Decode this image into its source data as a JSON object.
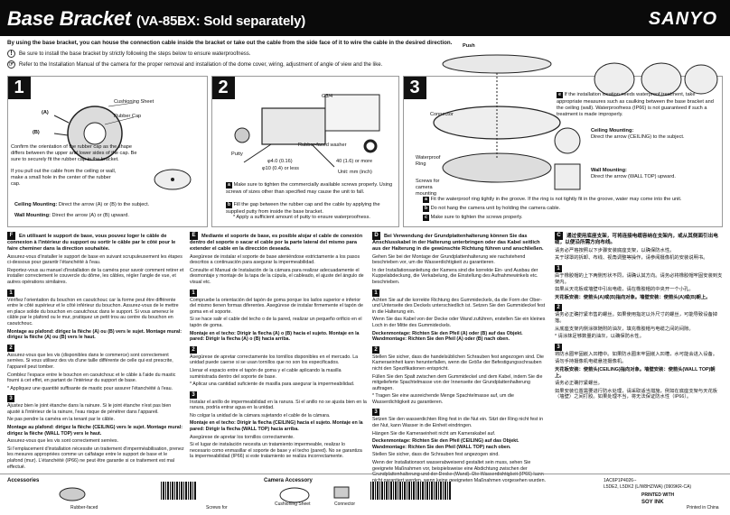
{
  "header": {
    "title": "Base Bracket",
    "subtitle": "(VA-85BX: Sold separately)",
    "brand": "SANYO"
  },
  "intro": {
    "text": "By using the base bracket, you can house the connection cable inside the bracket or take out the cable from the side face of it to wire the cable in the desired direction.",
    "note1": "Be sure to install the base bracket by strictly following the steps below to ensure waterproofness.",
    "note2": "Refer to the Installation Manual of the camera for the proper removal and installation of the dome cover, wiring, adjustment of angle of view and the like."
  },
  "step1": {
    "num": "1",
    "label_cushion": "Cushioning Sheet",
    "label_rubber": "Rubber Cap",
    "label_a": "(A)",
    "label_b": "(B)",
    "text1": "Confirm the orientation of the rubber cap as the shape differs between the upper and lower sides of the cap. Be sure to securely fit the rubber cap in the bracket.",
    "text2": "If you pull out the cable from the ceiling or wall, make a small hole in the center of the rubber cap.",
    "ceiling_label": "Ceiling Mounting:",
    "ceiling_text": "Direct the arrow (A) or (B) to the subject.",
    "wall_label": "Wall Mounting:",
    "wall_text": "Direct the arrow (A) or (B) upward."
  },
  "step2": {
    "num": "2",
    "label_g34": "G3/4",
    "label_putty": "Putty",
    "label_washer": "Rubber-faced washer",
    "dim1": "φ4.0 (0.16)",
    "dim2": "φ10 (0.4) or less",
    "dim3": "40 (1.6) or more",
    "unit": "Unit: mm (inch)",
    "text1": "Make sure to tighten the commercially available screws properly. Using screws of sizes other than specified may cause the unit to fall.",
    "text2": "Fill the gap between the rubber cap and the cable by applying the supplied putty from inside the base bracket.",
    "text3": "* Apply a sufficient amount of putty to ensure waterproofness."
  },
  "step3": {
    "num": "3",
    "label_push": "Push",
    "label_connector": "Connector",
    "label_waterproof": "Waterproof Ring",
    "label_screws": "Screws for camera mounting",
    "mark_a": "a",
    "mark_b": "b",
    "mark_c": "c",
    "mark_d": "d",
    "mark_e": "e",
    "note_e": "If the installation location needs waterproof treatment, take appropriate measures such as caulking between the base bracket and the ceiling (wall). Waterproofness (IP66) is not guaranteed if such a treatment is made improperly.",
    "ceiling_label": "Ceiling Mounting:",
    "ceiling_text": "Direct the arrow (CEILING) to the subject.",
    "wall_label": "Wall Mounting:",
    "wall_text": "Direct the arrow (WALL TOP) upward.",
    "text_a": "Fit the waterproof ring tightly in the groove. If the ring is not tightly fit in the groove, water may come into the unit.",
    "text_b": "Do not hang the camera unit by holding the camera cable.",
    "text_c": "Make sure to tighten the screws properly."
  },
  "col_f": {
    "badge": "F",
    "heading": "En utilisant le support de base, vous pouvez loger le câble de connexion à l'intérieur du support ou sortir le câble par le côté pour le faire cheminer dans la direction souhaitée.",
    "p1": "Assurez-vous d'installer le support de base en suivant scrupuleusement les étapes ci-dessous pour garantir l'étanchéité à l'eau.",
    "p2": "Reportez-vous au manuel d'installation de la caméra pour savoir comment retirer et installer correctement le couvercle du dôme, les câbles, régler l'angle de vue, et autres opérations similaires.",
    "s1": "Vérifiez l'orientation du bouchon en caoutchouc car la forme peut être différente entre le côté supérieur et le côté inférieur du bouchon. Assurez-vous de le mettre en place solide du bouchon en caoutchouc dans le support. Si vous amenez le câble par le plafond ou le mur, pratiquez un petit trou au centre du bouchon en caoutchouc.",
    "s1b": "Montage au plafond: dirigez la flèche (A) ou (B) vers le sujet. Montage mural: dirigez la flèche (A) ou (B) vers le haut.",
    "s2": "Assurez-vous que les vis (disponibles dans le commerce) sont correctement serrées. Si vous utilisez des vis d'une taille différente de celle qui est prescrite, l'appareil peut tomber.",
    "s2b": "Comblez l'espace entre le bouchon en caoutchouc et le câble à l'aide du mastic fourni à cet effet, en partant de l'intérieur du support de base.",
    "s2c": "* Appliquez une quantité suffisante de mastic pour assurer l'étanchéité à l'eau.",
    "s3": "Ajustez bien le joint étanche dans la rainure. Si le joint étanche n'est pas bien ajusté à l'intérieur de la rainure, l'eau risque de pénétrer dans l'appareil.",
    "s3b": "Ne pas pendre la caméra en la tenant par le câble.",
    "s3c": "Montage au plafond: dirigez la flèche (CEILING) vers le sujet. Montage mural: dirigez la flèche (WALL TOP) vers le haut.",
    "s3d": "Assurez-vous que les vis sont correctement serrées.",
    "s3e": "Si l'emplacement d'installation nécessite un traitement d'imperméabilisation, prenez les mesures appropriées comme un calfatage entre le support de base et le plafond (mur). L'étanchéité (IP66) ne peut être garantie si ce traitement est mal effectué."
  },
  "col_e": {
    "badge": "E",
    "heading": "Mediante el soporte de base, es posible alojar el cable de conexión dentro del soporte o sacar el cable por la parte lateral del mismo para extender el cable en la dirección deseada.",
    "p1": "Asegúrese de instalar el soporte de base ateniéndose estrictamente a los pasos descritos a continuación para asegurar la impermeabilidad.",
    "p2": "Consulte el Manual de Instalación de la cámara para realizar adecuadamente el desmontaje y montaje de la tapa de la cúpula, el cableado, el ajuste del ángulo de visual etc.",
    "s1": "Compruebe la orientación del tapón de goma porque los lados superior e inferior del mismo tienen formas diferentes. Asegúrese de instalar firmemente el tapón de goma en el soporte.",
    "s1a": "Si se hace salir el cable del techo o de la pared, realizar un pequeño orificio en el tapón de goma.",
    "s1b": "Montaje en el techo: Dirigir la flecha (A) o (B) hacia el sujeto. Montaje en la pared: Dirigir la flecha (A) o (B) hacia arriba.",
    "s2": "Asegúrese de apretar correctamente los tornillos disponibles en el mercado. La unidad puede caerse si se usan tornillos que no son los especificados.",
    "s2b": "Llenar el espacio entre el tapón de goma y el cable aplicando la masilla suministrada dentro del soporte de base.",
    "s2c": "* Aplicar una cantidad suficiente de masilla para asegurar la impermeabilidad.",
    "s3": "Instalar el anillo de impermeabilidad en la ranura. Si el anillo no se ajusta bien en la ranura, podría entrar agua en la unidad.",
    "s3b": "No colgar la unidad de la cámara sujetando el cable de la cámara.",
    "s3c": "Montaje en el techo: Dirigir la flecha (CEILING) hacia el sujeto. Montaje en la pared: Dirigir la flecha (WALL TOP) hacia arriba.",
    "s3d": "Asegúrese de apretar los tornillos correctamente.",
    "s3e": "Si el lugar de instalación necesita un tratamiento impermeable, realizar lo necesario como enmasillar el soporte de base y el techo (pared). No se garantiza la impermeabilidad (IP66) si este tratamiento se realiza incorrectamente."
  },
  "col_d": {
    "badge": "D",
    "heading": "Bei Verwendung der Grundplattenhalterung können Sie das Anschlusskabel in der Halterung unterbringen oder das Kabel seitlich aus der Halterung in die gewünschte Richtung führen und anschließen.",
    "p1": "Gehen Sie bei der Montage der Grundplattenhalterung wie nachstehend beschrieben vor, um die Wasserdichtigkeit zu garantieren.",
    "p2": "In der Installationsanleitung der Kamera sind die korrekte Ein- und Ausbau der Kuppelabdeckung, die Verkabelung, die Einstellung des Aufnahmewinkels etc. beschrieben.",
    "s1": "Achten Sie auf die korrekte Richtung des Gummideckels, da die Form der Ober- und Unterseite des Deckels unterschiedlich ist. Setzen Sie den Gummideckel fest in die Halterung ein.",
    "s1a": "Wenn Sie das Kabel von der Decke oder Wand zuführen, erstellen Sie ein kleines Loch in der Mitte des Gummideckels.",
    "s1b": "Deckenmontage: Richten Sie den Pfeil (A) oder (B) auf das Objekt. Wandmontage: Richten Sie den Pfeil (A) oder (B) nach oben.",
    "s2": "Stellen Sie sicher, dass die handelsüblichen Schrauben fest angezogen sind. Die Kameraeinheit kann herunterfallen, wenn die Größe der Befestigungsschrauben nicht den Spezifikationen entspricht.",
    "s2b": "Füllen Sie den Spalt zwischen dem Gummideckel und dem Kabel, indem Sie die mitgelieferte Spachtelmasse von der Innenseite der Grundplattenhalterung auftragen.",
    "s2c": "* Tragen Sie eine ausreichende Menge Spachtelmasse auf, um die Wasserdichtigkeit zu garantieren.",
    "s3": "Setzen Sie den wasserdichten Ring fest in die Nut ein. Sitzt der Ring nicht fest in der Nut, kann Wasser in die Einheit eindringen.",
    "s3b": "Hängen Sie die Kameraeinheit nicht am Kamerakabel auf.",
    "s3c": "Deckenmontage: Richten Sie den Pfeil (CEILING) auf das Objekt. Wandmontage: Richten Sie den Pfeil (WALL TOP) nach oben.",
    "s3d": "Stellen Sie sicher, dass die Schrauben fest angezogen sind.",
    "s3e": "Wenn der Installationsort wasserabweisend gestaltet sein muss, sehen Sie geeignete Maßnahmen vor, beispielsweise eine Abdichtung zwischen der Grundplattenhalterung und der Decke (Wand). Die Wasserdichtigkeit (IP66) kann nicht garantiert werden, wenn keine geeigneten Maßnahmen vorgesehen wurden."
  },
  "col_c": {
    "badge": "C",
    "heading": "通过使用底座支架，可将连接电缆容纳在支架内，或从其侧面引出电缆，以便沿所需方向布线。",
    "p1": "请务必严格按照以下步骤安装底座支架，以确保防水性。",
    "p2": "关于球罩的拆卸、布线、视角调整等操作，请参阅摄像机的安装说明书。",
    "s1": "由于橡胶帽的上下两侧形状不同，请确认其方向。请务必将橡胶帽牢固安装到支架内。",
    "s1a": "如果从天花板或墙壁中引出电缆，请在橡胶帽的中央开一个小孔。",
    "s1b": "天花板安装：使箭头(A)或(B)指向对象。墙壁安装：使箭头(A)或(B)朝上。",
    "s2": "请务必正确拧紧市售的螺丝。如果使用指定以外尺寸的螺丝，可能导致设备掉落。",
    "s2b": "从底座支架内侧涂抹随附的油灰，填充橡胶帽与电缆之间的间隙。",
    "s2c": "* 请涂抹足够数量的油灰，以确保防水性。",
    "s3": "将防水圈牢固嵌入凹槽中。如果防水圈未牢固嵌入凹槽，水可能会进入设备。",
    "s3b": "请勿手持摄像机电缆悬挂摄像机。",
    "s3c": "天花板安装：使箭头(CEILING)指向对象。墙壁安装：使箭头(WALL TOP)朝上。",
    "s3d": "请务必正确拧紧螺丝。",
    "s3e": "如果安装位置需要进行防水处理，请采取适当措施，例如在底座支架与天花板（墙壁）之间打胶。如果处理不当，将无法保证防水性（IP66）。"
  },
  "footer": {
    "accessories": "Accessories",
    "rubber": "Rubber-faced",
    "screws": "Screws for",
    "camera_acc": "Camera Accessory",
    "cushion": "Cushioning Sheet",
    "connector": "Connector",
    "code1": "1AC6P1P4026--",
    "code2": "L5DE2, L5DK2 (L/W8HZ/WA) (0909KR-CA)",
    "soy1": "PRINTED WITH",
    "soy2": "SOY INK",
    "printed": "Printed in China"
  }
}
